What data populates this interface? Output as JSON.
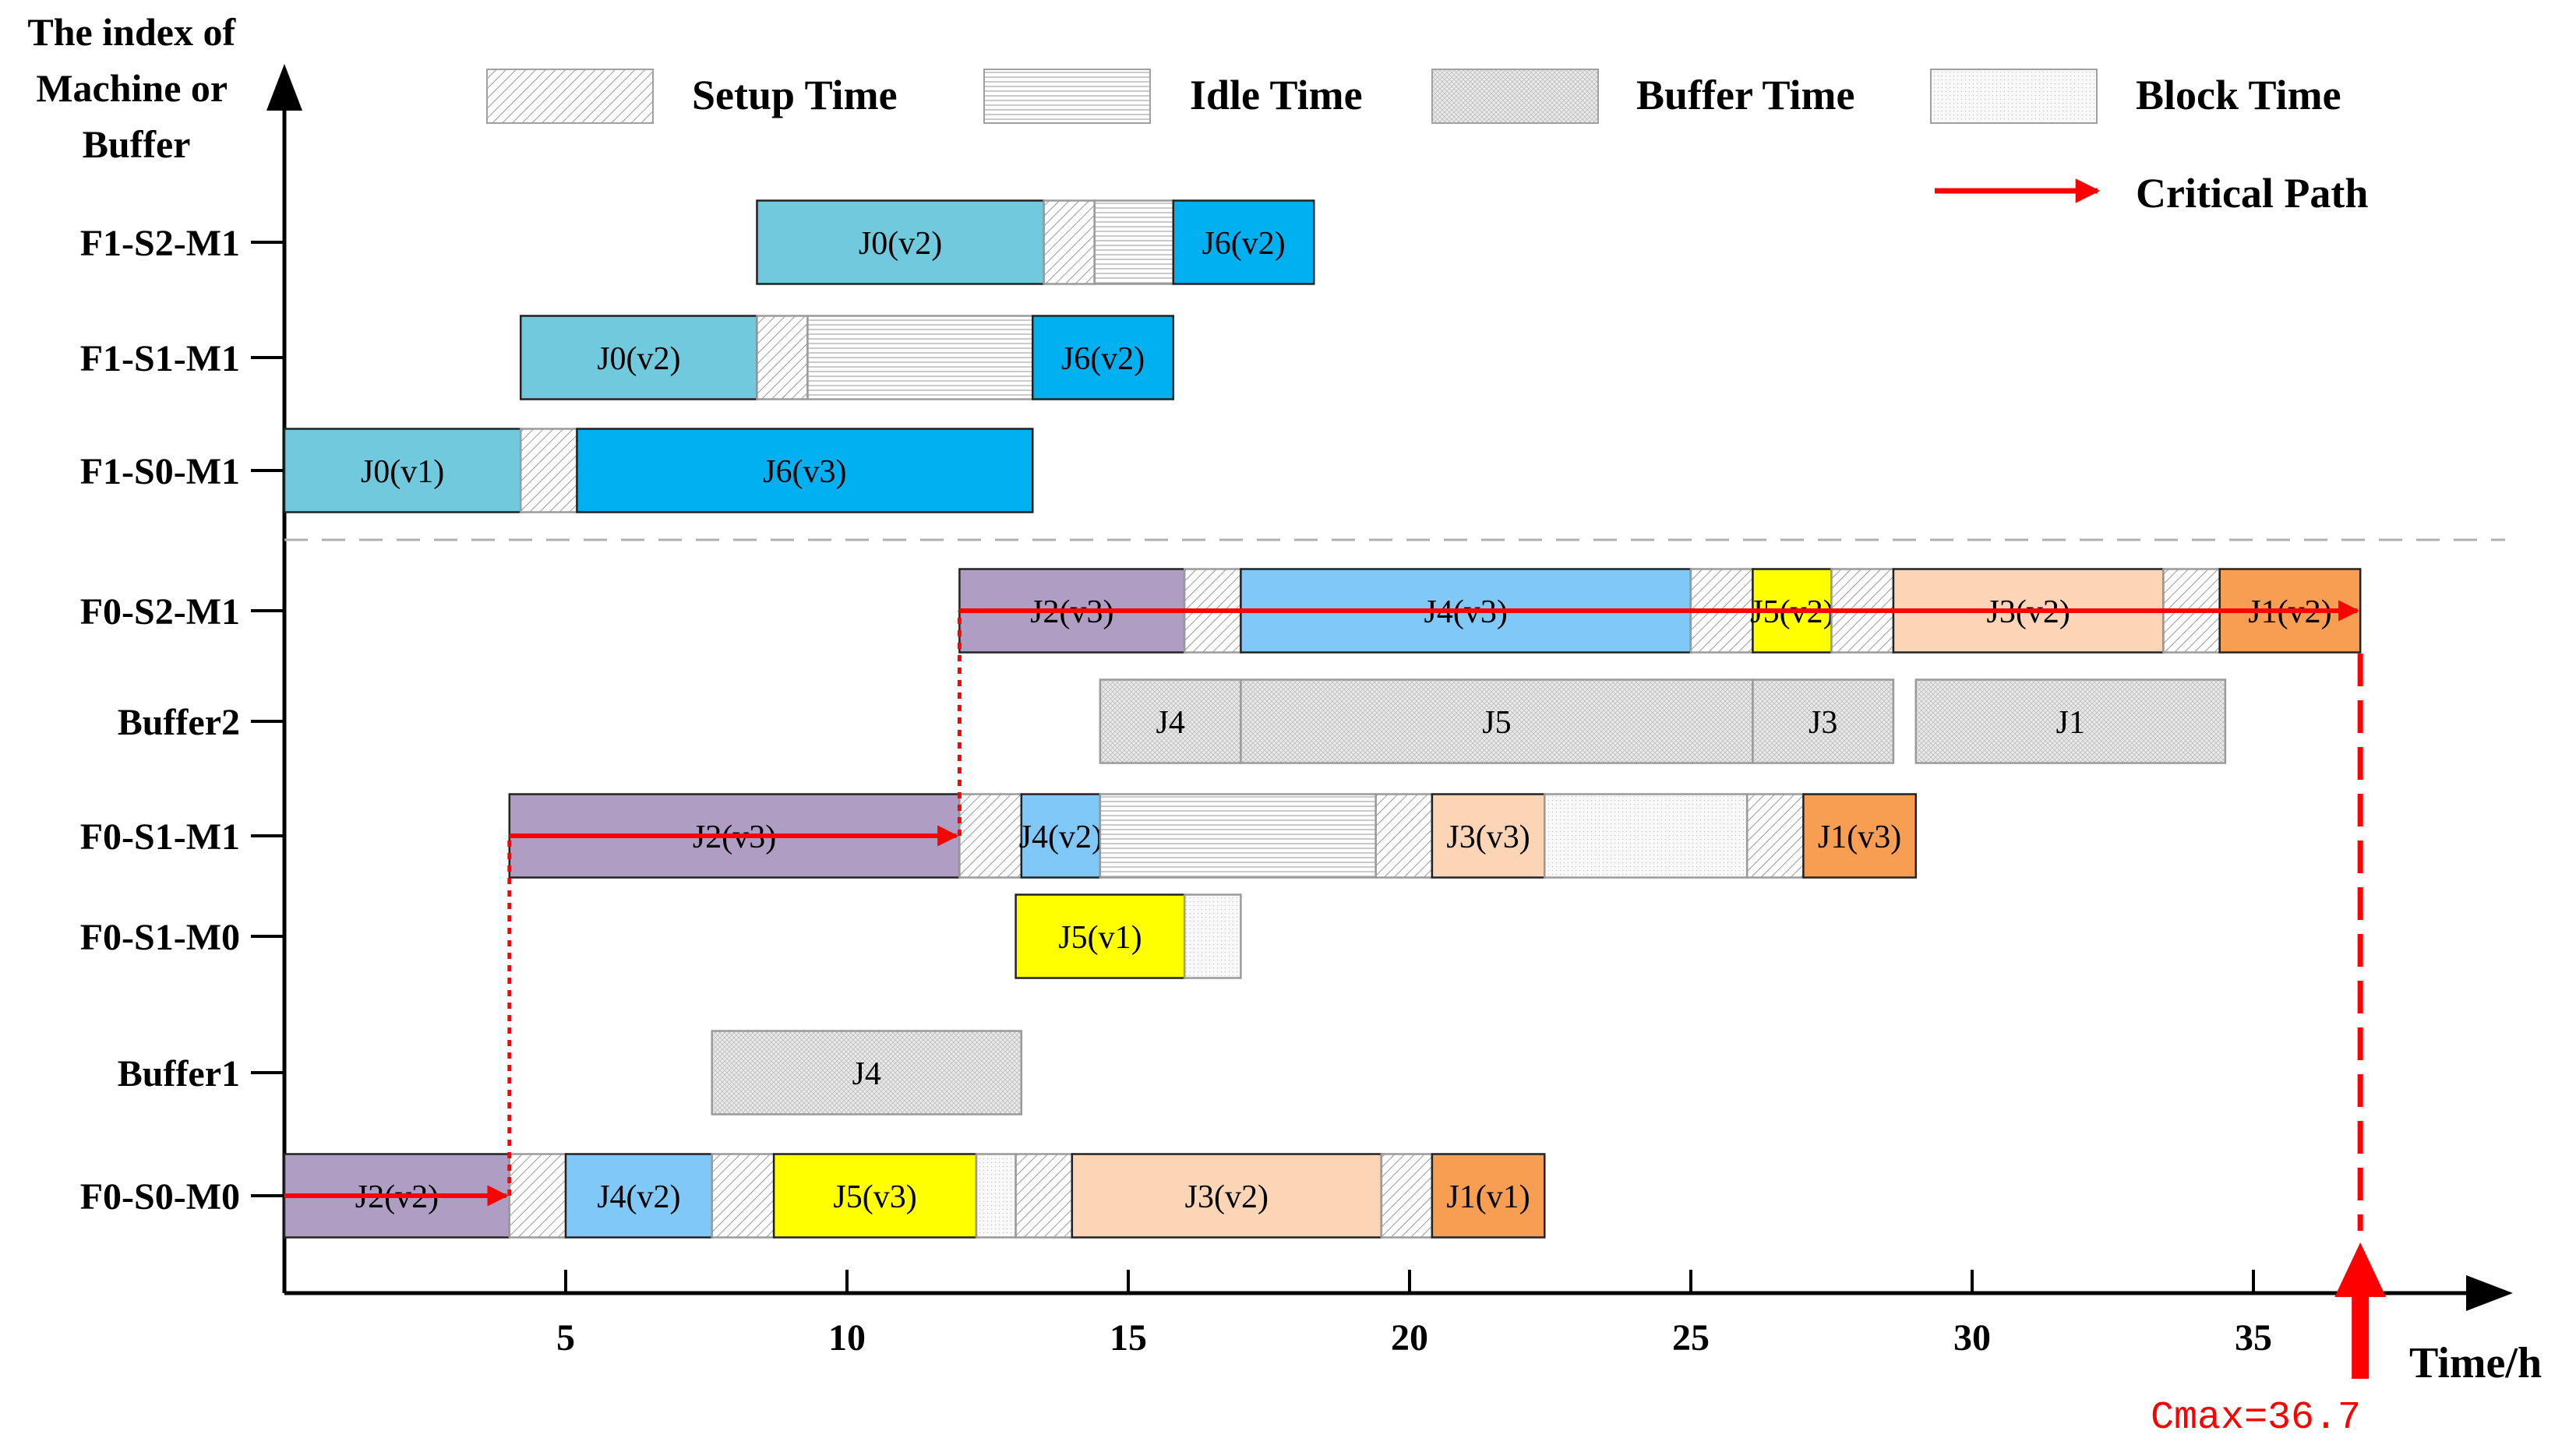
{
  "chart_data": {
    "type": "gantt",
    "y_axis_title": [
      "The index of",
      "Machine or",
      "Buffer"
    ],
    "x_axis_title": "Time/h",
    "x_ticks": [
      5,
      10,
      15,
      20,
      25,
      30,
      35
    ],
    "xlim": [
      0,
      40
    ],
    "rows": [
      "F1-S2-M1",
      "F1-S1-M1",
      "F1-S0-M1",
      "F0-S2-M1",
      "Buffer2",
      "F0-S1-M1",
      "F0-S1-M0",
      "Buffer1",
      "F0-S0-M0"
    ],
    "legend": [
      {
        "key": "setup",
        "label": "Setup Time"
      },
      {
        "key": "idle",
        "label": "Idle Time"
      },
      {
        "key": "buffer",
        "label": "Buffer Time"
      },
      {
        "key": "block",
        "label": "Block Time"
      },
      {
        "key": "critical",
        "label": "Critical Path"
      }
    ],
    "colors": {
      "J0": "#70c9dc",
      "J1": "#f89e52",
      "J2": "#b09dc4",
      "J3": "#fcd4b6",
      "J4": "#7fc8f8",
      "J5": "#ffff00",
      "J6": "#00b0f0",
      "critical": "#ff0000",
      "divider": "#b0b0b0"
    },
    "bars": [
      {
        "row": "F1-S2-M1",
        "start": 8.4,
        "end": 13.5,
        "kind": "job",
        "job": "J0",
        "label": "J0(v2)"
      },
      {
        "row": "F1-S2-M1",
        "start": 13.5,
        "end": 14.4,
        "kind": "setup"
      },
      {
        "row": "F1-S2-M1",
        "start": 14.4,
        "end": 15.8,
        "kind": "idle"
      },
      {
        "row": "F1-S2-M1",
        "start": 15.8,
        "end": 18.3,
        "kind": "job",
        "job": "J6",
        "label": "J6(v2)"
      },
      {
        "row": "F1-S1-M1",
        "start": 4.2,
        "end": 8.4,
        "kind": "job",
        "job": "J0",
        "label": "J0(v2)"
      },
      {
        "row": "F1-S1-M1",
        "start": 8.4,
        "end": 9.3,
        "kind": "setup"
      },
      {
        "row": "F1-S1-M1",
        "start": 9.3,
        "end": 13.3,
        "kind": "idle"
      },
      {
        "row": "F1-S1-M1",
        "start": 13.3,
        "end": 15.8,
        "kind": "job",
        "job": "J6",
        "label": "J6(v2)"
      },
      {
        "row": "F1-S0-M1",
        "start": 0,
        "end": 4.2,
        "kind": "job",
        "job": "J0",
        "label": "J0(v1)"
      },
      {
        "row": "F1-S0-M1",
        "start": 4.2,
        "end": 5.2,
        "kind": "setup"
      },
      {
        "row": "F1-S0-M1",
        "start": 5.2,
        "end": 13.3,
        "kind": "job",
        "job": "J6",
        "label": "J6(v3)"
      },
      {
        "row": "F0-S2-M1",
        "start": 12.0,
        "end": 16.0,
        "kind": "job",
        "job": "J2",
        "label": "J2(v3)"
      },
      {
        "row": "F0-S2-M1",
        "start": 16.0,
        "end": 17.0,
        "kind": "setup"
      },
      {
        "row": "F0-S2-M1",
        "start": 17.0,
        "end": 25.0,
        "kind": "job",
        "job": "J4",
        "label": "J4(v3)"
      },
      {
        "row": "F0-S2-M1",
        "start": 25.0,
        "end": 26.1,
        "kind": "setup"
      },
      {
        "row": "F0-S2-M1",
        "start": 26.1,
        "end": 27.5,
        "kind": "job",
        "job": "J5",
        "label": "J5(v2)"
      },
      {
        "row": "F0-S2-M1",
        "start": 27.5,
        "end": 28.6,
        "kind": "setup"
      },
      {
        "row": "F0-S2-M1",
        "start": 28.6,
        "end": 33.4,
        "kind": "job",
        "job": "J3",
        "label": "J3(v2)"
      },
      {
        "row": "F0-S2-M1",
        "start": 33.4,
        "end": 34.4,
        "kind": "setup"
      },
      {
        "row": "F0-S2-M1",
        "start": 34.4,
        "end": 36.9,
        "kind": "job",
        "job": "J1",
        "label": "J1(v2)"
      },
      {
        "row": "Buffer2",
        "start": 14.5,
        "end": 17.0,
        "kind": "buffer",
        "label": "J4"
      },
      {
        "row": "Buffer2",
        "start": 17.0,
        "end": 26.1,
        "kind": "buffer",
        "label": "J5"
      },
      {
        "row": "Buffer2",
        "start": 26.1,
        "end": 28.6,
        "kind": "buffer",
        "label": "J3"
      },
      {
        "row": "Buffer2",
        "start": 29.0,
        "end": 34.5,
        "kind": "buffer",
        "label": "J1"
      },
      {
        "row": "F0-S1-M1",
        "start": 4.0,
        "end": 12.0,
        "kind": "job",
        "job": "J2",
        "label": "J2(v3)"
      },
      {
        "row": "F0-S1-M1",
        "start": 12.0,
        "end": 13.1,
        "kind": "setup"
      },
      {
        "row": "F0-S1-M1",
        "start": 13.1,
        "end": 14.5,
        "kind": "job",
        "job": "J4",
        "label": "J4(v2)"
      },
      {
        "row": "F0-S1-M1",
        "start": 14.5,
        "end": 19.4,
        "kind": "idle"
      },
      {
        "row": "F0-S1-M1",
        "start": 19.4,
        "end": 20.4,
        "kind": "setup"
      },
      {
        "row": "F0-S1-M1",
        "start": 20.4,
        "end": 22.4,
        "kind": "job",
        "job": "J3",
        "label": "J3(v3)"
      },
      {
        "row": "F0-S1-M1",
        "start": 22.4,
        "end": 26.0,
        "kind": "block"
      },
      {
        "row": "F0-S1-M1",
        "start": 26.0,
        "end": 27.0,
        "kind": "setup"
      },
      {
        "row": "F0-S1-M1",
        "start": 27.0,
        "end": 29.0,
        "kind": "job",
        "job": "J1",
        "label": "J1(v3)"
      },
      {
        "row": "F0-S1-M0",
        "start": 13.0,
        "end": 16.0,
        "kind": "job",
        "job": "J5",
        "label": "J5(v1)"
      },
      {
        "row": "F0-S1-M0",
        "start": 16.0,
        "end": 17.0,
        "kind": "block"
      },
      {
        "row": "Buffer1",
        "start": 7.6,
        "end": 13.1,
        "kind": "buffer",
        "label": "J4"
      },
      {
        "row": "F0-S0-M0",
        "start": 0,
        "end": 4.0,
        "kind": "job",
        "job": "J2",
        "label": "J2(v2)"
      },
      {
        "row": "F0-S0-M0",
        "start": 4.0,
        "end": 5.0,
        "kind": "setup"
      },
      {
        "row": "F0-S0-M0",
        "start": 5.0,
        "end": 7.6,
        "kind": "job",
        "job": "J4",
        "label": "J4(v2)"
      },
      {
        "row": "F0-S0-M0",
        "start": 7.6,
        "end": 8.7,
        "kind": "setup"
      },
      {
        "row": "F0-S0-M0",
        "start": 8.7,
        "end": 12.3,
        "kind": "job",
        "job": "J5",
        "label": "J5(v3)"
      },
      {
        "row": "F0-S0-M0",
        "start": 12.3,
        "end": 13.0,
        "kind": "block"
      },
      {
        "row": "F0-S0-M0",
        "start": 13.0,
        "end": 14.0,
        "kind": "setup"
      },
      {
        "row": "F0-S0-M0",
        "start": 14.0,
        "end": 19.5,
        "kind": "job",
        "job": "J3",
        "label": "J3(v2)"
      },
      {
        "row": "F0-S0-M0",
        "start": 19.5,
        "end": 20.4,
        "kind": "setup"
      },
      {
        "row": "F0-S0-M0",
        "start": 20.4,
        "end": 22.4,
        "kind": "job",
        "job": "J1",
        "label": "J1(v1)"
      }
    ],
    "critical_path": [
      {
        "row": "F0-S0-M0",
        "start": 0,
        "end": 4.0
      },
      {
        "from_row": "F0-S0-M0",
        "to_row": "F0-S1-M1",
        "at": 4.0
      },
      {
        "row": "F0-S1-M1",
        "start": 4.0,
        "end": 12.0
      },
      {
        "from_row": "F0-S1-M1",
        "to_row": "F0-S2-M1",
        "at": 12.0
      },
      {
        "row": "F0-S2-M1",
        "start": 12.0,
        "end": 36.9
      }
    ],
    "cmax": {
      "value": 36.7,
      "label": "Cmax=36.7"
    }
  }
}
